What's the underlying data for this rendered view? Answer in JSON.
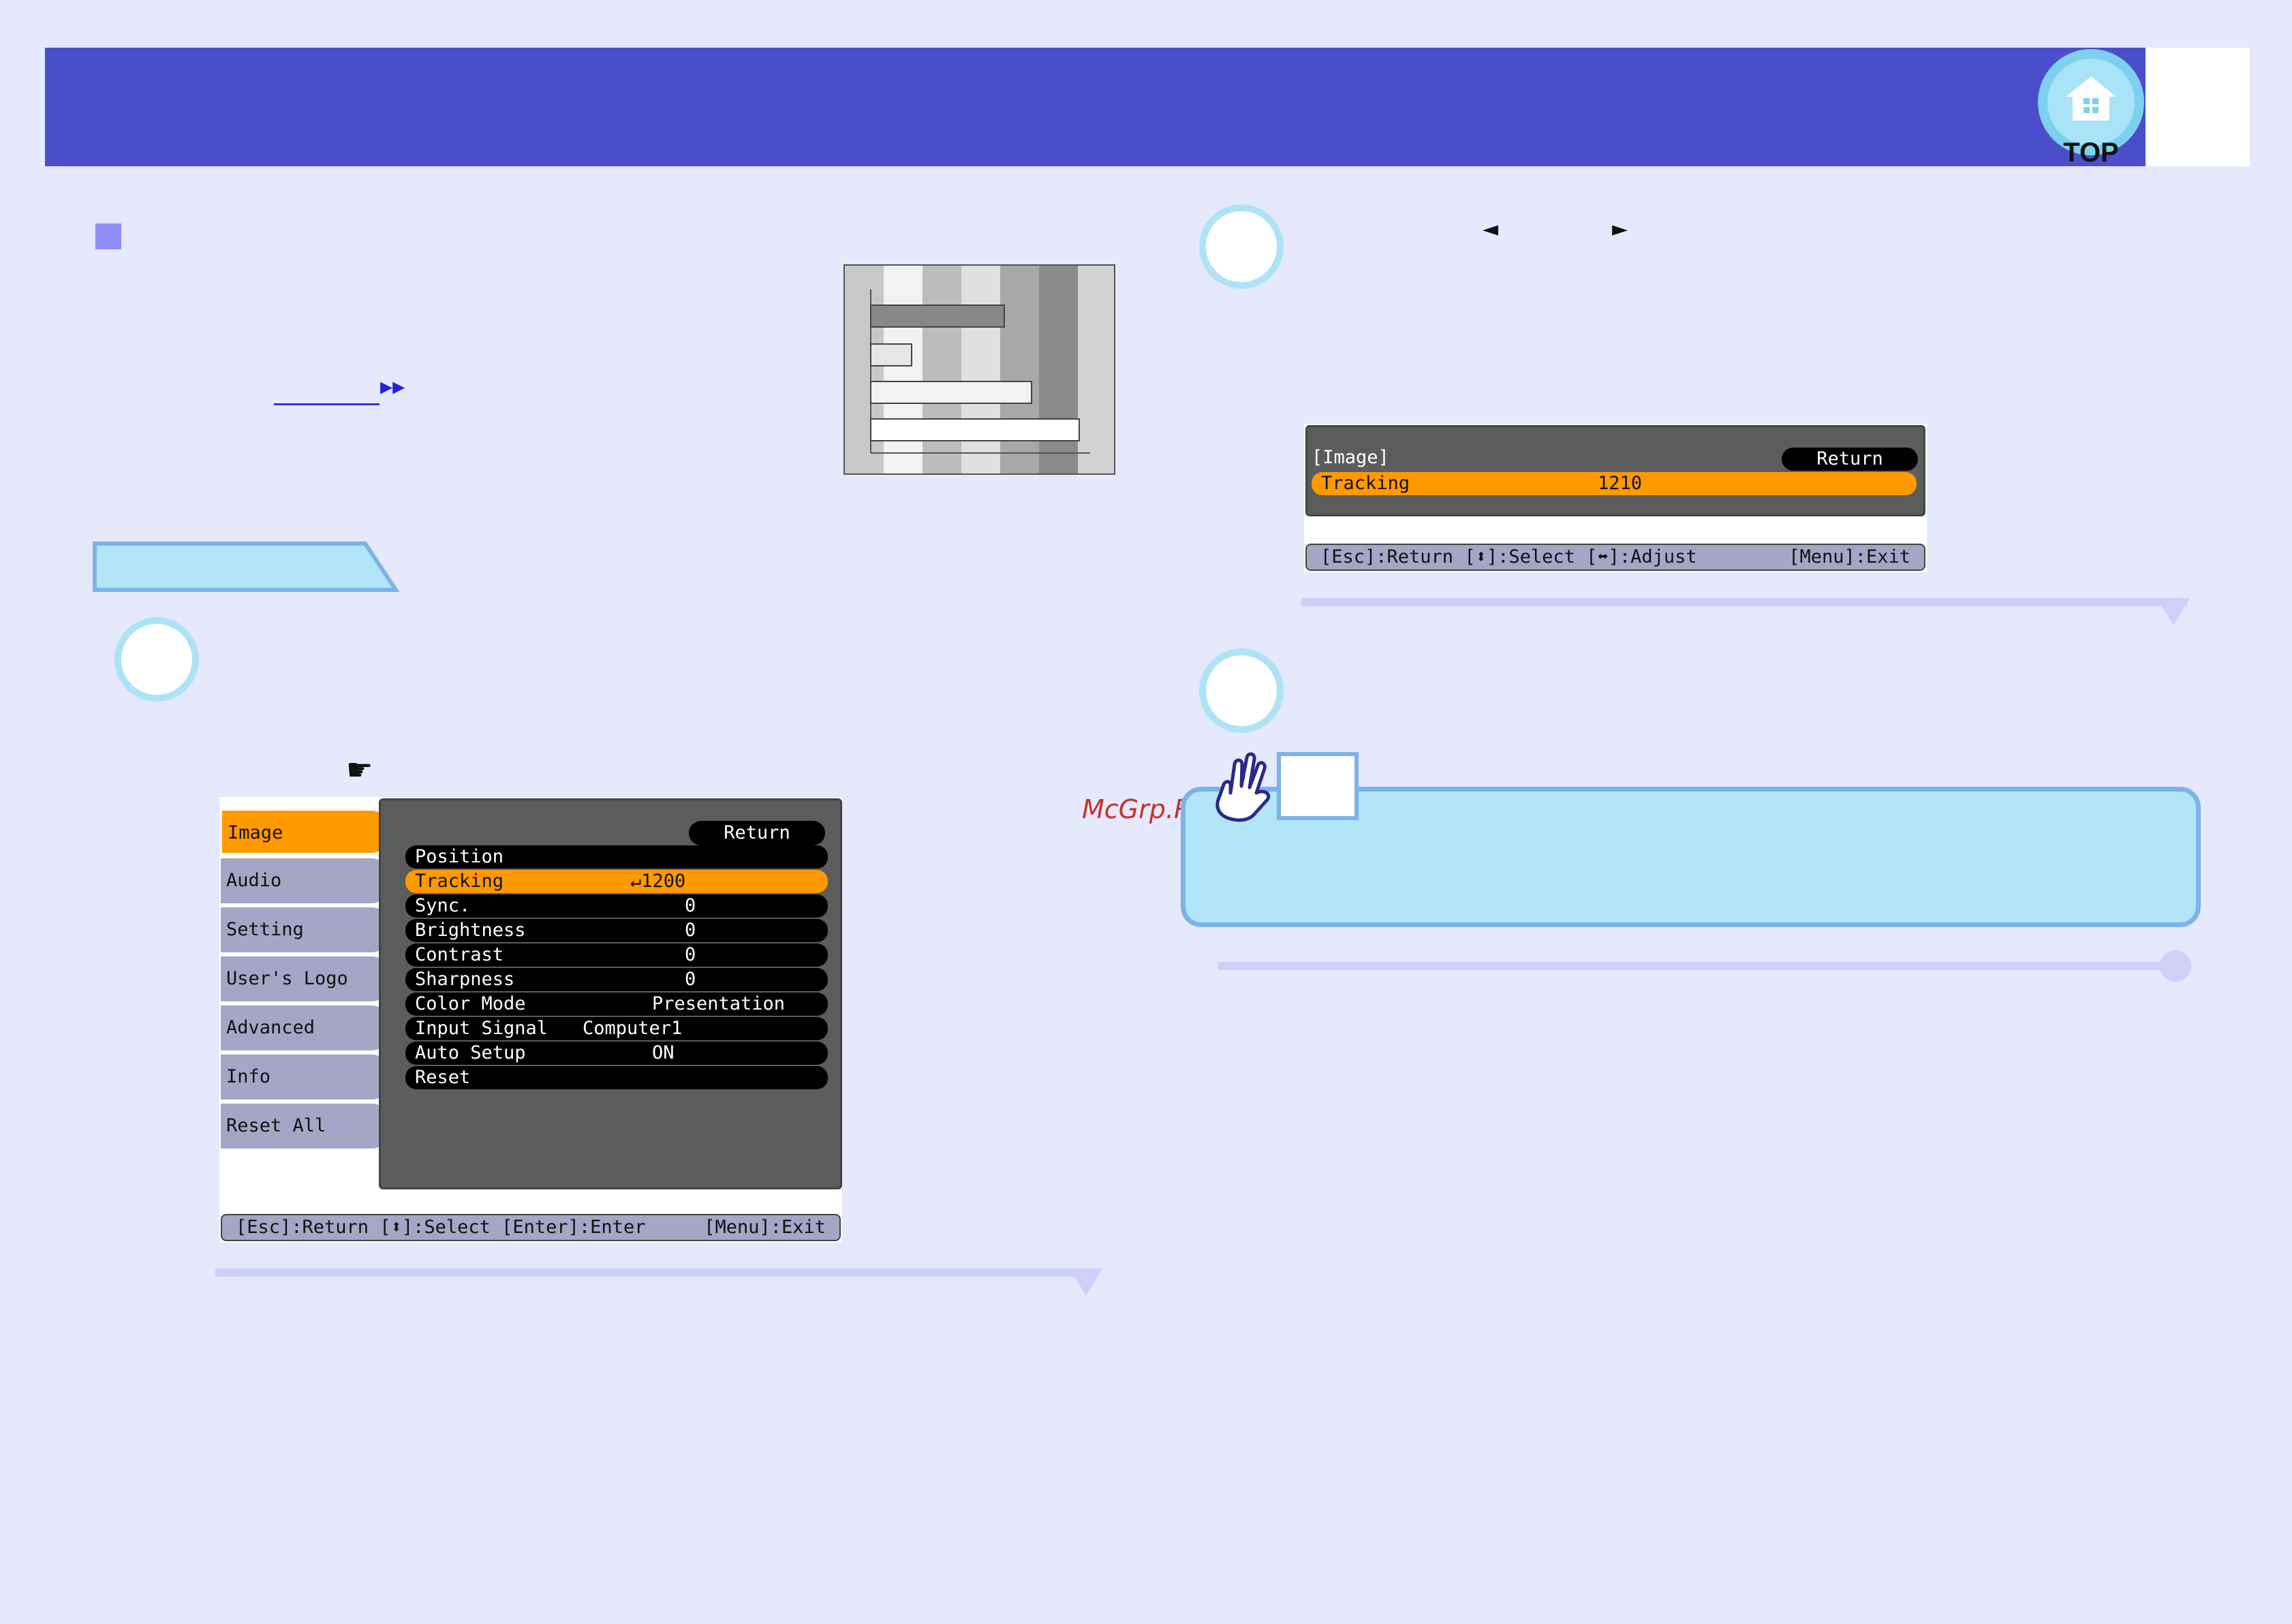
{
  "header": {
    "badge_label": "TOP"
  },
  "section": {
    "link_arrow": "▸▸"
  },
  "steps": {
    "left_arrow": "◄",
    "right_arrow": "►",
    "hand_pointer": "☛"
  },
  "menu_main": {
    "sidebar": [
      "Image",
      "Audio",
      "Setting",
      "User's Logo",
      "Advanced",
      "Info",
      "Reset All"
    ],
    "selected_sidebar": "Image",
    "return_label": "Return",
    "rows": [
      {
        "label": "Position",
        "value": ""
      },
      {
        "label": "Tracking",
        "value": "↵1200"
      },
      {
        "label": "Sync.",
        "value": "0"
      },
      {
        "label": "Brightness",
        "value": "0"
      },
      {
        "label": "Contrast",
        "value": "0"
      },
      {
        "label": "Sharpness",
        "value": "0"
      },
      {
        "label": "Color Mode",
        "value": "Presentation"
      },
      {
        "label": "Input Signal",
        "value": "Computer1"
      },
      {
        "label": "Auto Setup",
        "value": "ON"
      },
      {
        "label": "Reset",
        "value": ""
      }
    ],
    "selected_row": "Tracking",
    "status_left": "[Esc]:Return [⬍]:Select [Enter]:Enter",
    "status_right": "[Menu]:Exit"
  },
  "menu_adjust": {
    "title": "[Image]",
    "return_label": "Return",
    "row_label": "Tracking",
    "row_value": "1210",
    "status_left": "[Esc]:Return [⬍]:Select [⬌]:Adjust",
    "status_right": "[Menu]:Exit"
  },
  "watermark": "McGrp.Ru",
  "colors": {
    "page_bg": "#e6e8fb",
    "header_bar": "#4b4ecb",
    "highlight_orange": "#ff9900",
    "sidebar_gray": "#a5a5c6",
    "note_fill": "#b2e5f7",
    "note_border": "#7cb3e8"
  }
}
